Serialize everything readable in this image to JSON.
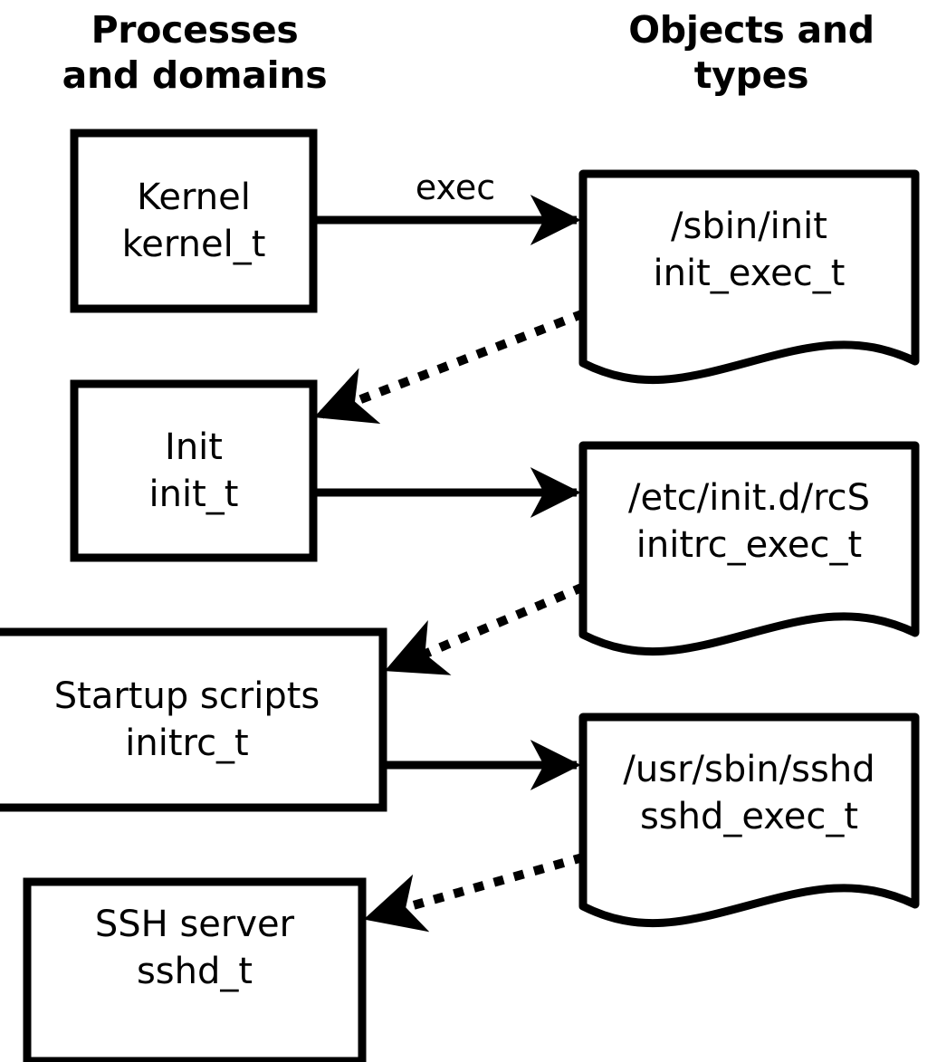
{
  "headers": {
    "left": "Processes\nand domains",
    "right": "Objects and\ntypes"
  },
  "colors": {
    "stroke": "#000000",
    "fill": "#ffffff",
    "background": "#ffffff"
  },
  "processes": [
    {
      "id": "kernel",
      "title": "Kernel",
      "type": "kernel_t"
    },
    {
      "id": "init",
      "title": "Init",
      "type": "init_t"
    },
    {
      "id": "initrc",
      "title": "Startup scripts",
      "type": "initrc_t"
    },
    {
      "id": "sshd",
      "title": "SSH server",
      "type": "sshd_t"
    }
  ],
  "objects": [
    {
      "id": "init-exec",
      "path": "/sbin/init",
      "type": "init_exec_t"
    },
    {
      "id": "initrc-exec",
      "path": "/etc/init.d/rcS",
      "type": "initrc_exec_t"
    },
    {
      "id": "sshd-exec",
      "path": "/usr/sbin/sshd",
      "type": "sshd_exec_t"
    }
  ],
  "edges": [
    {
      "id": "kernel-exec-init",
      "from": "kernel",
      "to": "init-exec",
      "label": "exec",
      "style": "solid"
    },
    {
      "id": "init-exec-to-init",
      "from": "init-exec",
      "to": "init",
      "label": "",
      "style": "dotted"
    },
    {
      "id": "init-exec-initrc",
      "from": "init",
      "to": "initrc-exec",
      "label": "",
      "style": "solid"
    },
    {
      "id": "initrc-exec-to-initrc",
      "from": "initrc-exec",
      "to": "initrc",
      "label": "",
      "style": "dotted"
    },
    {
      "id": "initrc-exec-sshd",
      "from": "initrc",
      "to": "sshd-exec",
      "label": "",
      "style": "solid"
    },
    {
      "id": "sshd-exec-to-sshd",
      "from": "sshd-exec",
      "to": "sshd",
      "label": "",
      "style": "dotted"
    }
  ],
  "edge_labels": {
    "exec": "exec"
  }
}
